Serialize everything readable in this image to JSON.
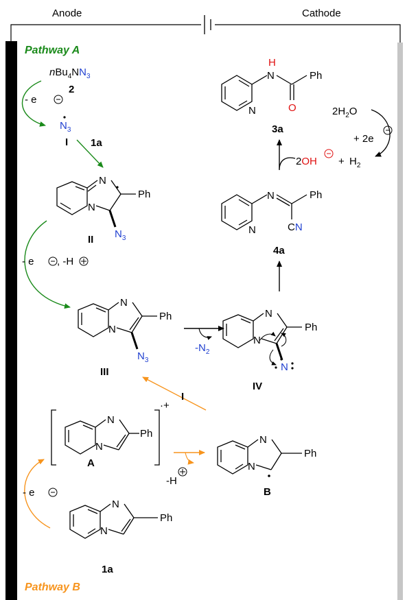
{
  "header": {
    "anode": "Anode",
    "cathode": "Cathode"
  },
  "pathways": {
    "a": "Pathway A",
    "b": "Pathway B"
  },
  "colors": {
    "pathway_a": "#1a8a1a",
    "pathway_b": "#f7941d",
    "heteroatom": "#1f3fd0",
    "oxygen_h": "#e01010"
  },
  "reagent": {
    "name_prefix": "n",
    "name_main": "Bu",
    "name_sub1": "4",
    "name_n": "N",
    "name_n3": "N",
    "name_sub2": "3",
    "label": "2"
  },
  "steps": {
    "oxidation_a": "- e",
    "oxidation_ii": "- e",
    "deprot_ii": ", -H",
    "oxidation_b": "- e",
    "deprot_a": "-H",
    "minus_n2_main": "-N",
    "minus_n2_sub": "2",
    "radical_i_label": "I",
    "reagent_1a_top": "1a"
  },
  "species": {
    "azide_radical": {
      "main": "N",
      "sub": "3",
      "label": "I"
    },
    "II": {
      "label": "II",
      "substituent": "Ph",
      "azide": "N",
      "azide_sub": "3",
      "ring_n": "N"
    },
    "III": {
      "label": "III",
      "substituent": "Ph",
      "azide": "N",
      "azide_sub": "3",
      "ring_n": "N"
    },
    "IV": {
      "label": "IV",
      "substituent": "Ph",
      "nitrene": "N",
      "ring_n": "N"
    },
    "4a": {
      "label": "4a",
      "substituent": "Ph",
      "imine_n": "N",
      "cn_c": "C",
      "cn_n": "N",
      "ring_n": "N"
    },
    "3a": {
      "label": "3a",
      "substituent": "Ph",
      "nh_n": "N",
      "nh_h": "H",
      "oxygen": "O",
      "ring_n": "N"
    },
    "A": {
      "label": "A",
      "substituent": "Ph",
      "ring_n": "N",
      "charge": "·+"
    },
    "B": {
      "label": "B",
      "substituent": "Ph",
      "ring_n": "N"
    },
    "1a": {
      "label": "1a",
      "substituent": "Ph",
      "ring_n": "N"
    }
  },
  "cathode_reaction": {
    "water": "2H",
    "water_sub": "2",
    "water_o": "O",
    "electrons": "+ 2e",
    "hydroxide": "2",
    "hydroxide_oh": "OH",
    "plus": "+",
    "hydrogen": "H",
    "hydrogen_sub": "2"
  }
}
